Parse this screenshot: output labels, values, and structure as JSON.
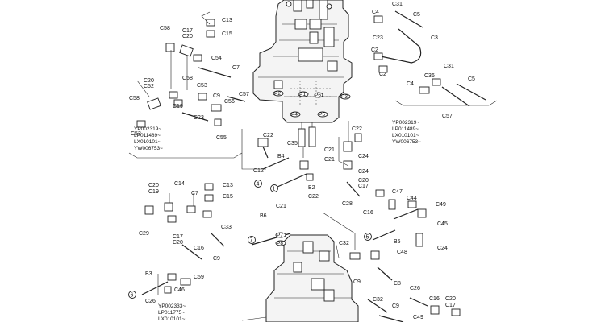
{
  "diagram": {
    "upper_valve_ports": [
      "P2",
      "P1",
      "P3",
      "P4",
      "P5",
      "P6"
    ],
    "lower_valve_ports": [
      "P7",
      "P8"
    ],
    "labels": {
      "c13a": "C13",
      "c15a": "C15",
      "c58a": "C58",
      "c17a": "C17",
      "c20a": "C20",
      "c54": "C54",
      "c7a": "C7",
      "c20b": "C20",
      "c52": "C52",
      "c58b": "C58",
      "c53a": "C53",
      "c58c": "C58",
      "c9a": "C9",
      "c56": "C56",
      "c19": "C19",
      "c57a": "C57",
      "c23a": "C23",
      "c53b": "C53",
      "c55": "C55",
      "c4a": "C4",
      "c31a": "C31",
      "c5a": "C5",
      "c23b": "C23",
      "c3a": "C3",
      "c2a": "C2",
      "c2b": "C2",
      "c31b": "C31",
      "c4b": "C4",
      "c36": "C36",
      "c5b": "C5",
      "c57b": "C57",
      "c22a": "C22",
      "c35": "C35",
      "c22b": "C22",
      "c24a": "C24",
      "b4": "B4",
      "c21a": "C21",
      "c21b": "C21",
      "c12": "C12",
      "b2": "B2",
      "c24b": "C24",
      "c22c": "C22",
      "c21c": "C21",
      "c20c": "C20",
      "c19b": "C19",
      "c14": "C14",
      "c7b": "C7",
      "c13b": "C13",
      "c15b": "C15",
      "c29": "C29",
      "c33": "C33",
      "c17b": "C17",
      "c20d": "C20",
      "c16a": "C16",
      "c9b": "C9",
      "c20e": "C20",
      "c17c": "C17",
      "c47": "C47",
      "c44": "C44",
      "c49a": "C49",
      "c28": "C28",
      "c16b": "C16",
      "c45": "C45",
      "b6": "B6",
      "b5": "B5",
      "c24c": "C24",
      "c32": "C32",
      "c48": "C48",
      "c9c": "C9",
      "c8": "C8",
      "b3": "B3",
      "c26a": "C26",
      "c46": "C46",
      "c59": "C59",
      "c26b": "C26",
      "c16c": "C16",
      "c20f": "C20",
      "c17d": "C17",
      "c49b": "C49",
      "c9d": "C9",
      "c32b": "C32"
    },
    "callouts": {
      "n4": "4",
      "n1": "1",
      "n7": "7",
      "n5": "5",
      "n6": "6"
    },
    "serial_notes": {
      "group_a": [
        "YP002319~",
        "LP011489~",
        "LX010101~",
        "YW006753~"
      ],
      "group_b": [
        "YP002319~",
        "LP011489~",
        "LX010101~",
        "YW006753~"
      ],
      "group_c": [
        "YP002333~",
        "LP011775~",
        "LX010101~"
      ]
    }
  }
}
